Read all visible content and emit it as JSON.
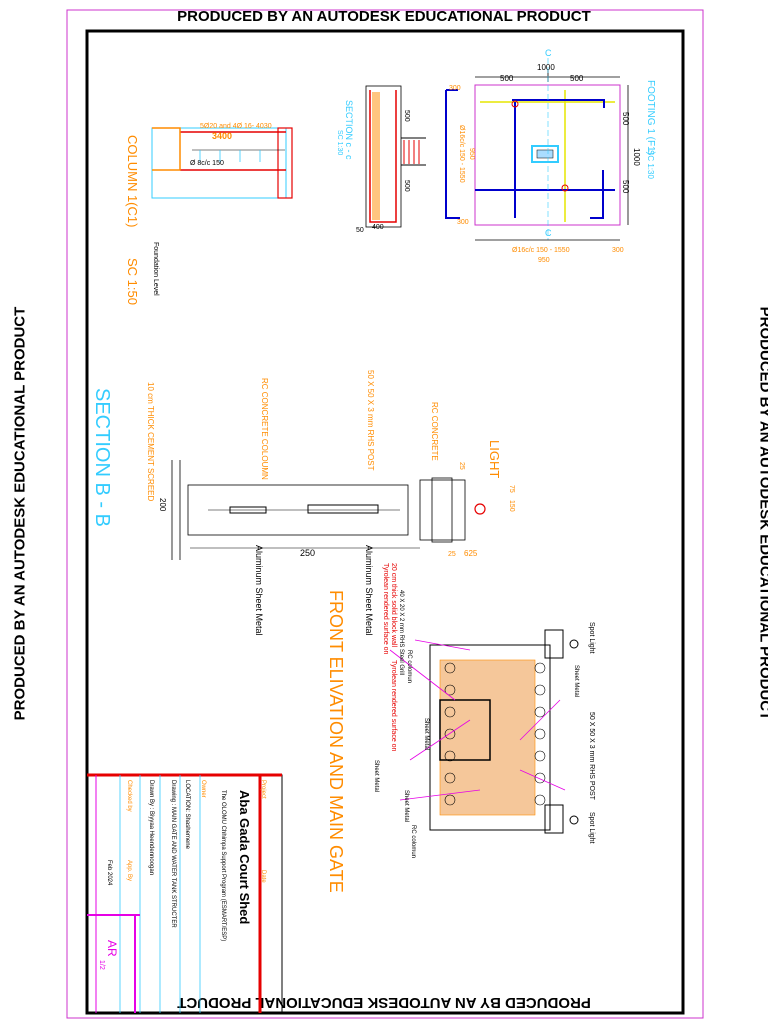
{
  "banner": {
    "top": "PRODUCED BY AN AUTODESK EDUCATIONAL PRODUCT",
    "left": "PRODUCED BY AN AUTODESK EDUCATIONAL PRODUCT",
    "right": "PRODUCED BY AN AUTODESK EDUCATIONAL PRODUCT",
    "bottom": "PRODUCED BY AN AUTODESK EDUCATIONAL PRODUCT"
  },
  "footing": {
    "title": "FOOTING 1 (F1)",
    "scale": "SC 1:30",
    "dim_total": "1000",
    "dim_half_a": "500",
    "dim_half_b": "500",
    "dim_side_total": "1000",
    "dim_side_a": "500",
    "dim_side_b": "500",
    "corner_a": "300",
    "corner_b": "300",
    "corner_c": "300",
    "bar_a": "Ø16c/c 150 - 1550",
    "bar_b": "Ø16c/c 150 - 1550",
    "width_a": "950",
    "width_b": "950",
    "cut_top": "C",
    "cut_bottom": "C"
  },
  "section_cc": {
    "title": "SECTION c - c",
    "scale": "SC 1:30",
    "dim_a": "500",
    "dim_b": "500",
    "dim_base": "400",
    "dim_small": "50"
  },
  "column": {
    "title": "COLUMN 1(C1)",
    "scale": "SC 1:50",
    "bars": "5Ø20 and 4Ø 16- 4030",
    "length": "3400",
    "stirrups": "Ø 8c/c 150",
    "foundation": "Foundation Level"
  },
  "section_bb": {
    "title": "SECTION  B - B",
    "screed": "10 cm THICK CEMENT SCREED",
    "rc_column": "RC CONCRETE COLOUMN",
    "rhs_post": "50 X 50 X 3 mm RHS POST",
    "rc_concrete": "RC CONCRETE",
    "light": "LIGHT",
    "alu_a": "Aluminum Sheet Metal",
    "alu_b": "Aluminum Sheet Metal",
    "dim_width": "250",
    "dim_200": "200",
    "dim_25a": "25",
    "dim_25b": "25",
    "dim_150": "150",
    "dim_75": "75",
    "dim_625": "625"
  },
  "elevation": {
    "title": "FRONT ELIVATION AND MAIN GATE",
    "note_a": "Tyrolean rendered surface on",
    "note_b": "20 cm thick solid block wall",
    "note_c": "Tyrolean rendered surface on",
    "rhs_a": "40 X 20 X 2 mm RHS Steel Grill",
    "rc_col_a": "RC colomun",
    "rc_col_b": "RC colomun",
    "spot_a": "Spot Light",
    "spot_b": "Spot Light",
    "sheet_a": "Sheet Metal",
    "sheet_b": "Sheet Metal",
    "sheet_c": "Sheet Metal",
    "sheet_d": "Sheet Metal",
    "rhs_post": "50 X 50 X 3 mm RHS POST"
  },
  "title_block": {
    "project_label": "Project",
    "project": "Aba Gada Court Shed",
    "client_line": "The OLOMU Chhimpa Support Program (ESMART/ESP)",
    "owner": "Owner",
    "location": "LOCATION: Shashemene",
    "drawing": "Drawing : MAIN GATE AND WATER TANK STRUCTER",
    "drawn_by": "Drawn By : Biyyaa Heendennoogan",
    "checked_by": "Checked by",
    "approved_by": "App. By",
    "date_label": "Date",
    "date": "Feb 2024",
    "sheet": "AR",
    "sheet_no": "1/2"
  },
  "colors": {
    "orange": "#ff8c00",
    "blue": "#0000cc",
    "cyan": "#33ccff",
    "red": "#e60000",
    "magenta": "#e600e6",
    "yellow": "#e6e600",
    "border": "#cc33cc"
  }
}
